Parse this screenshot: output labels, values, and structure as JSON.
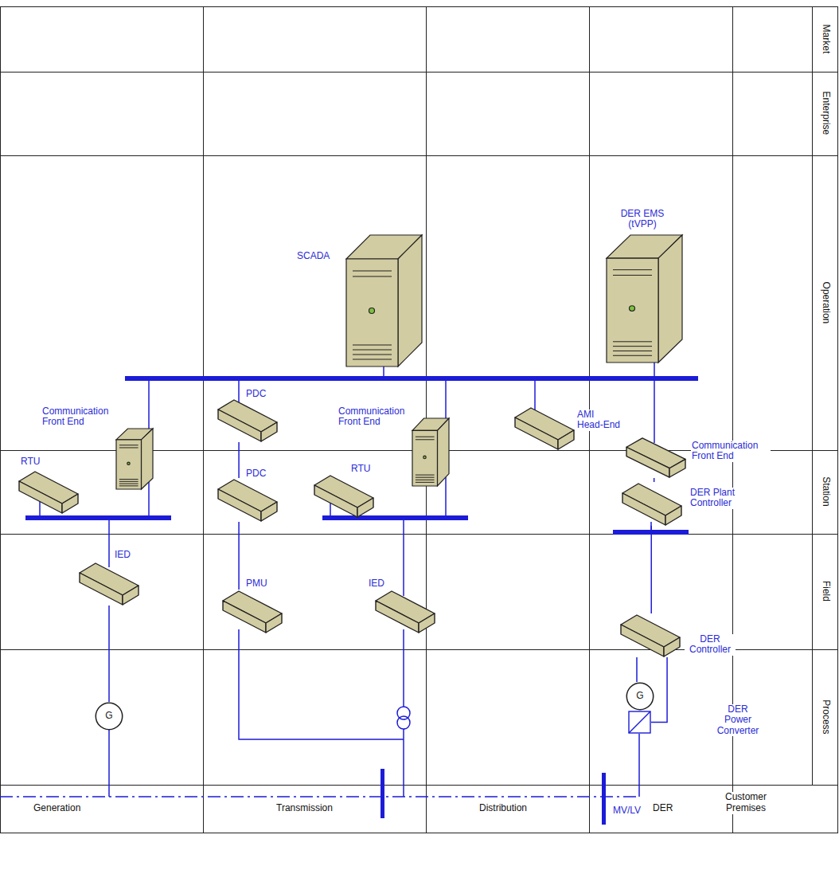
{
  "diagram": {
    "nodes": [
      {
        "text": [
          "SCADA"
        ]
      },
      {
        "text": [
          "DER EMS (tVPP)"
        ]
      },
      {
        "text": [
          "Communication Front End"
        ]
      },
      {
        "text": [
          "PDC"
        ]
      },
      {
        "text": [
          "Communication Front End"
        ]
      },
      {
        "text": [
          "AMI Head-End"
        ]
      },
      {
        "text": [
          "RTU"
        ]
      },
      {
        "text": [
          "PDC"
        ]
      },
      {
        "text": [
          "RTU"
        ]
      },
      {
        "text": [
          "Communication Front End"
        ]
      },
      {
        "text": [
          "DER Plant Controller"
        ]
      },
      {
        "text": [
          "IED"
        ]
      },
      {
        "text": [
          "PMU"
        ]
      },
      {
        "text": [
          "IED"
        ]
      },
      {
        "text": [
          "DER Controller"
        ]
      },
      {
        "text": [
          "G"
        ]
      },
      {
        "text": [
          "G"
        ]
      },
      {
        "text": [
          "DER Power Converter"
        ]
      }
    ],
    "edges": [
      {
        "from": 11,
        "to": 15,
        "arrow": "none"
      },
      {
        "from": 3,
        "to": 7,
        "arrow": "none"
      },
      {
        "from": 7,
        "to": 12,
        "arrow": "none"
      },
      {
        "from": 9,
        "to": 10,
        "arrow": "none"
      },
      {
        "from": 10,
        "to": 14,
        "arrow": "none"
      },
      {
        "from": 14,
        "to": 16,
        "arrow": "none"
      },
      {
        "from": 14,
        "to": 17,
        "arrow": "none"
      },
      {
        "from": 16,
        "to": 17,
        "arrow": "none"
      }
    ],
    "labels": [
      "Generation",
      "Transmission",
      "Distribution",
      "DER",
      "Customer Premises",
      "Market",
      "Enterprise",
      "Operation",
      "Station",
      "Field",
      "Process",
      "MV/LV"
    ]
  }
}
